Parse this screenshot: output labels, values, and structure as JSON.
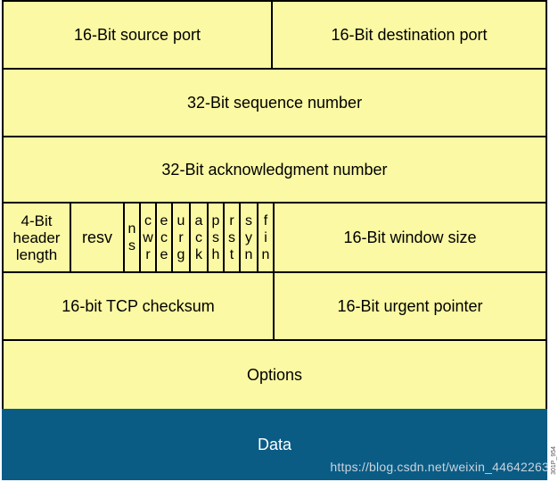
{
  "colors": {
    "field_fill": "#fbf9a3",
    "border": "#000000",
    "data_fill": "#0a5c85",
    "data_text": "#ffffff"
  },
  "header": {
    "source_port": "16-Bit source port",
    "destination_port": "16-Bit destination port",
    "sequence_number": "32-Bit sequence number",
    "acknowledgment_number": "32-Bit acknowledgment number",
    "header_length": [
      "4-Bit",
      "header",
      "length"
    ],
    "reserved": "resv",
    "flags": [
      {
        "key": "ns",
        "letters": [
          "n",
          "s"
        ]
      },
      {
        "key": "cwr",
        "letters": [
          "c",
          "w",
          "r"
        ]
      },
      {
        "key": "ece",
        "letters": [
          "e",
          "c",
          "e"
        ]
      },
      {
        "key": "urg",
        "letters": [
          "u",
          "r",
          "g"
        ]
      },
      {
        "key": "ack",
        "letters": [
          "a",
          "c",
          "k"
        ]
      },
      {
        "key": "psh",
        "letters": [
          "p",
          "s",
          "h"
        ]
      },
      {
        "key": "rst",
        "letters": [
          "r",
          "s",
          "t"
        ]
      },
      {
        "key": "syn",
        "letters": [
          "s",
          "y",
          "n"
        ]
      },
      {
        "key": "fin",
        "letters": [
          "f",
          "i",
          "n"
        ]
      }
    ],
    "window_size": "16-Bit window size",
    "checksum": "16-bit TCP checksum",
    "urgent_pointer": "16-Bit urgent pointer",
    "options": "Options"
  },
  "payload": {
    "data": "Data"
  },
  "watermark": "https://blog.csdn.net/weixin_44642263",
  "figure_code": "301P_954"
}
